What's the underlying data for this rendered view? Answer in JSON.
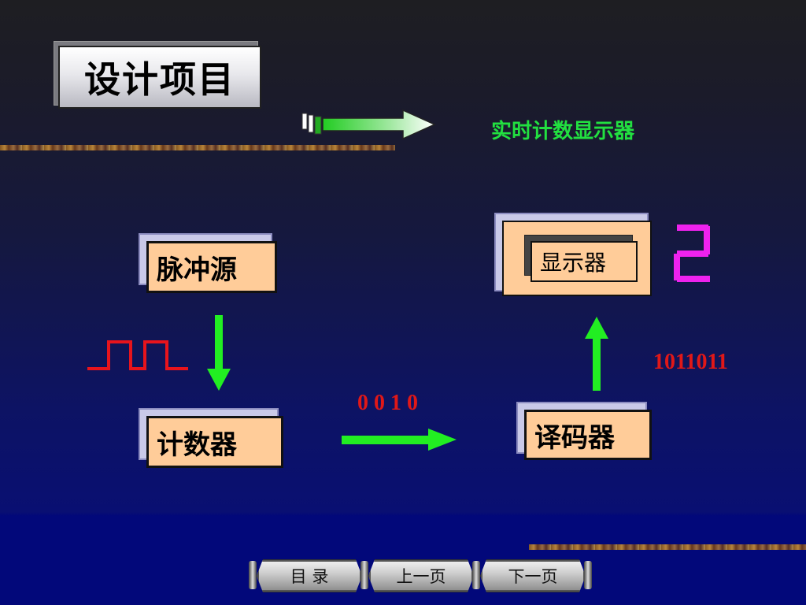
{
  "title": "设计项目",
  "subtitle": "实时计数显示器",
  "blocks": {
    "pulse_source": "脉冲源",
    "counter": "计数器",
    "decoder": "译码器",
    "display": "显示器"
  },
  "signals": {
    "counter_output": "0 0 1 0",
    "decoder_output": "1011011",
    "display_digit": "2"
  },
  "nav": {
    "contents": "目  录",
    "prev": "上一页",
    "next": "下一页"
  },
  "colors": {
    "arrow_green": "#22ee22",
    "binary_red": "#e01818",
    "segment_magenta": "#ee22ee",
    "box_fill": "#ffcc99",
    "title_green": "#22e040"
  }
}
